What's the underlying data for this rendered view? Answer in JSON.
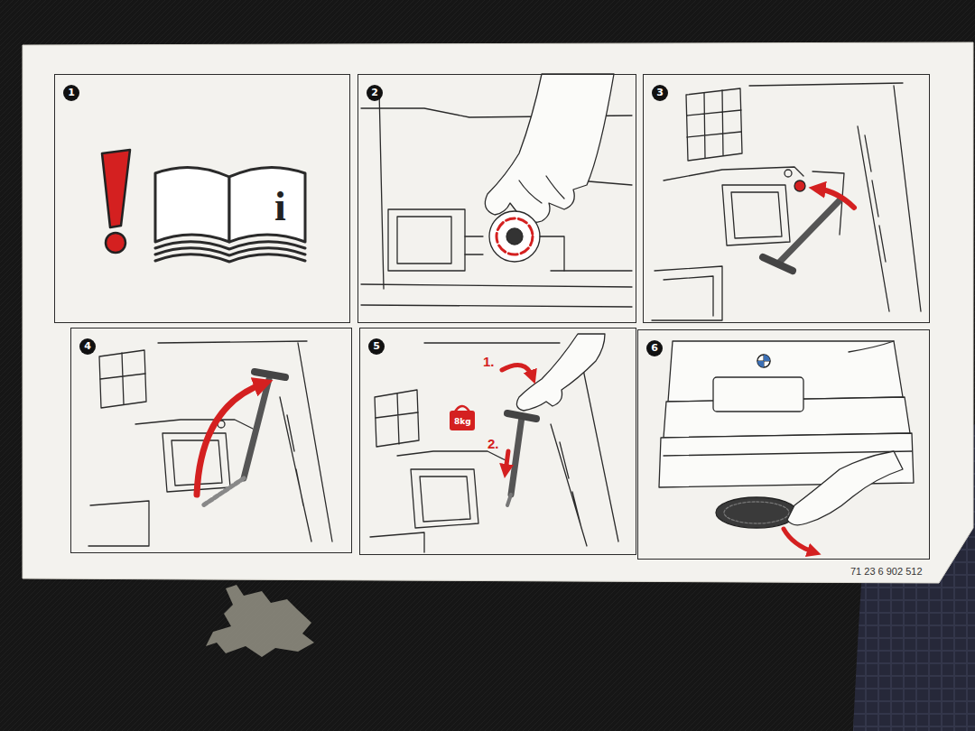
{
  "diagram": {
    "nodes": [
      {
        "text": [
          "1"
        ]
      },
      {
        "text": [
          "2"
        ]
      },
      {
        "text": [
          "3"
        ]
      },
      {
        "text": [
          "4"
        ]
      },
      {
        "text": [
          "5"
        ]
      },
      {
        "text": [
          "6"
        ]
      }
    ],
    "labels": [
      "i",
      "1.",
      "8kg",
      "2.",
      "71 23 6 902 512"
    ]
  }
}
